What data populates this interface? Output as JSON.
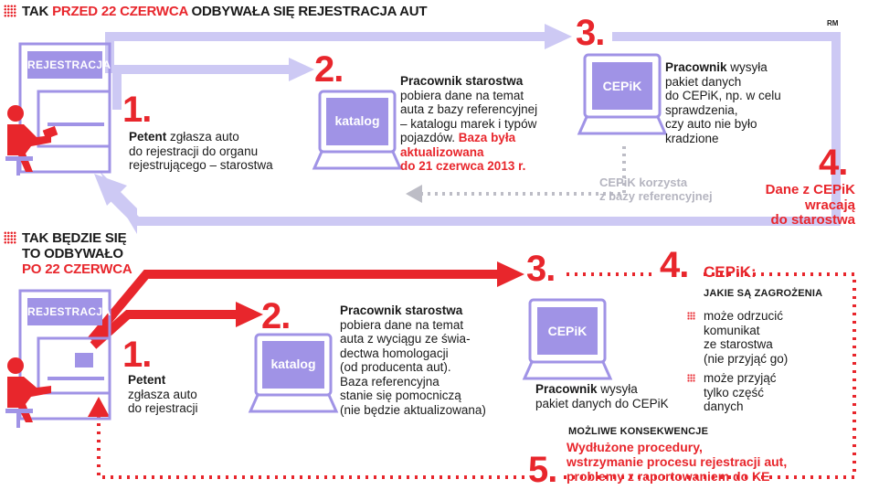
{
  "section1": {
    "title_pre": "TAK ",
    "title_red": "PRZED 22 CZERWCA",
    "title_post": " ODBYWAŁA SIĘ REJESTRACJA AUT",
    "credit": "RM",
    "box_label": "REJESTRACJA",
    "step1": {
      "num": "1.",
      "bold": "Petent",
      "text1": " zgłasza auto",
      "text2": "do rejestracji do organu",
      "text3": "rejestrującego – starostwa"
    },
    "step2": {
      "num": "2.",
      "screen": "katalog",
      "l1": "Pracownik starostwa",
      "l2": "pobiera dane na temat",
      "l3": "auta z bazy referencyjnej",
      "l4": "– katalogu marek i typów",
      "l5": "pojazdów. ",
      "l5red": "Baza była",
      "l6red": "aktualizowana",
      "l7red": "do 21 czerwca 2013 r."
    },
    "step3": {
      "num": "3.",
      "screen": "CEPiK",
      "bold": "Pracownik",
      "t1": " wysyła",
      "t2": "pakiet danych",
      "t3": "do CEPiK, np. w celu",
      "t4": "sprawdzenia,",
      "t5": "czy auto nie było",
      "t6": "kradzione"
    },
    "cepik_note": {
      "l1": "CEPiK korzysta",
      "l2": "z bazy referencyjnej"
    },
    "step4": {
      "num": "4.",
      "l1": "Dane z CEPiK",
      "l2": "wracają",
      "l3": "do starostwa"
    }
  },
  "section2": {
    "title1": "TAK BĘDZIE SIĘ",
    "title2": "TO ODBYWAŁO",
    "title3": "PO 22 CZERWCA",
    "box_label": "REJESTRACJA",
    "step1": {
      "num": "1.",
      "bold": "Petent",
      "t1": "zgłasza auto",
      "t2": "do rejestracji"
    },
    "step2": {
      "num": "2.",
      "screen": "katalog",
      "l1": "Pracownik starostwa",
      "l2": "pobiera dane na temat",
      "l3": "auta z wyciągu ze świa-",
      "l4": "dectwa homologacji",
      "l5": "(od producenta aut).",
      "l6": "Baza referencyjna",
      "l7": "stanie się pomocniczą",
      "l8": "(nie będzie aktualizowana)"
    },
    "step3": {
      "num": "3.",
      "screen": "CEPiK",
      "bold": "Pracownik",
      "t1": " wysyła",
      "t2": "pakiet danych do CEPiK"
    },
    "step4": {
      "num": "4.",
      "title": "CEPiK:",
      "subtitle": "JAKIE SĄ ZAGROŻENIA",
      "b1": [
        "może odrzucić",
        "komunikat",
        "ze starostwa",
        "(nie przyjąć go)"
      ],
      "b2": [
        "może przyjąć",
        "tylko część",
        "danych"
      ]
    },
    "step5": {
      "num": "5.",
      "label": "MOŻLIWE KONSEKWENCJE",
      "l1": "Wydłużone procedury,",
      "l2": "wstrzymanie procesu rejestracji aut,",
      "l3": "problemy z raportowaniem do KE"
    }
  },
  "colors": {
    "accent_red": "#e8262c",
    "lavender": "#c9c5f2",
    "purple": "#a093e6",
    "gray": "#b5b5c0"
  }
}
